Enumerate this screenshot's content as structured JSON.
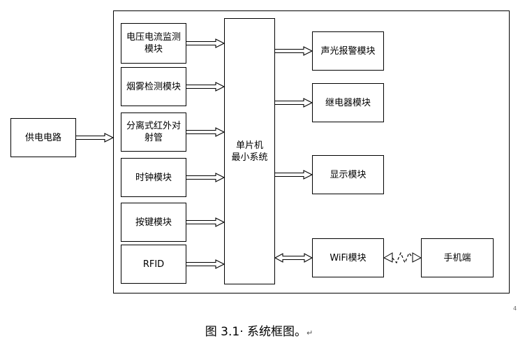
{
  "diagram": {
    "power": "供电电路",
    "mcu": [
      "单片机",
      "最小系统"
    ],
    "inputs": [
      "电压电流监测模块",
      "烟雾检测模块",
      "分离式红外对射管",
      "时钟模块",
      "按键模块",
      "RFID"
    ],
    "outputs": [
      "声光报警模块",
      "继电器模块",
      "显示模块",
      "WiFi模块"
    ],
    "phone": "手机端"
  },
  "caption": {
    "text": "图 3.1· 系统框图。",
    "mark": "↵",
    "page_mark": "4"
  }
}
